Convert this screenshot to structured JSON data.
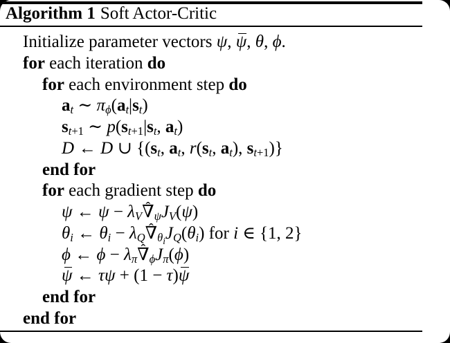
{
  "colors": {
    "frame_bg": "#000000",
    "page_bg": "#ffffff",
    "text": "#000000",
    "rule": "#000000"
  },
  "caption": {
    "label": "Algorithm 1",
    "title": "Soft Actor-Critic"
  },
  "algorithm": {
    "lines": [
      {
        "indent": 0,
        "html": "Initialize parameter vectors <i>ψ</i>, <span class=\"ol\"><i>ψ</i></span>, <i>θ</i>, <i>ϕ</i>."
      },
      {
        "indent": 0,
        "html": "<b>for</b> each iteration <b>do</b>"
      },
      {
        "indent": 1,
        "html": "<b>for</b> each environment step <b>do</b>"
      },
      {
        "indent": 2,
        "html": "<b>a</b><sub><i>t</i></sub> ∼ <i>π</i><sub><i>ϕ</i></sub>(<b>a</b><sub><i>t</i></sub>|<b>s</b><sub><i>t</i></sub>)"
      },
      {
        "indent": 2,
        "html": "<b>s</b><sub><i>t</i>+1</sub> ∼ <i>p</i>(<b>s</b><sub><i>t</i>+1</sub>|<b>s</b><sub><i>t</i></sub>, <b>a</b><sub><i>t</i></sub>)"
      },
      {
        "indent": 2,
        "html": "<i class=\"cal\">D</i> ← <i class=\"cal\">D</i> ∪ {(<b>s</b><sub><i>t</i></sub>, <b>a</b><sub><i>t</i></sub>, <i>r</i>(<b>s</b><sub><i>t</i></sub>, <b>a</b><sub><i>t</i></sub>), <b>s</b><sub><i>t</i>+1</sub>)}"
      },
      {
        "indent": 1,
        "html": "<b>end for</b>"
      },
      {
        "indent": 1,
        "html": "<b>for</b> each gradient step <b>do</b>"
      },
      {
        "indent": 2,
        "html": "<i>ψ</i> ← <i>ψ</i> − <i>λ</i><sub><i>V</i></sub><span class=\"nab\">∇<span class=\"hm\">ˆ</span></span><sub><i>ψ</i></sub><i>J</i><sub><i>V</i></sub>(<i>ψ</i>)"
      },
      {
        "indent": 2,
        "html": "<i>θ</i><sub><i>i</i></sub> ← <i>θ</i><sub><i>i</i></sub> − <i>λ</i><sub><i>Q</i></sub><span class=\"nab\">∇<span class=\"hm\">ˆ</span></span><sub><i>θ</i><sub><i>i</i></sub></sub><i>J</i><sub><i>Q</i></sub>(<i>θ</i><sub><i>i</i></sub>) for <i>i</i> ∈ {1, 2}"
      },
      {
        "indent": 2,
        "html": "<i>ϕ</i> ← <i>ϕ</i> − <i>λ</i><sub><i>π</i></sub><span class=\"nab\">∇<span class=\"hm\">ˆ</span></span><sub><i>ϕ</i></sub><i>J</i><sub><i>π</i></sub>(<i>ϕ</i>)"
      },
      {
        "indent": 2,
        "html": "<span class=\"ol\"><i>ψ</i></span> ← <i>τψ</i> + (1 − <i>τ</i>)<span class=\"ol\"><i>ψ</i></span>"
      },
      {
        "indent": 1,
        "html": "<b>end for</b>"
      },
      {
        "indent": 0,
        "html": "<b>end for</b>"
      }
    ]
  }
}
